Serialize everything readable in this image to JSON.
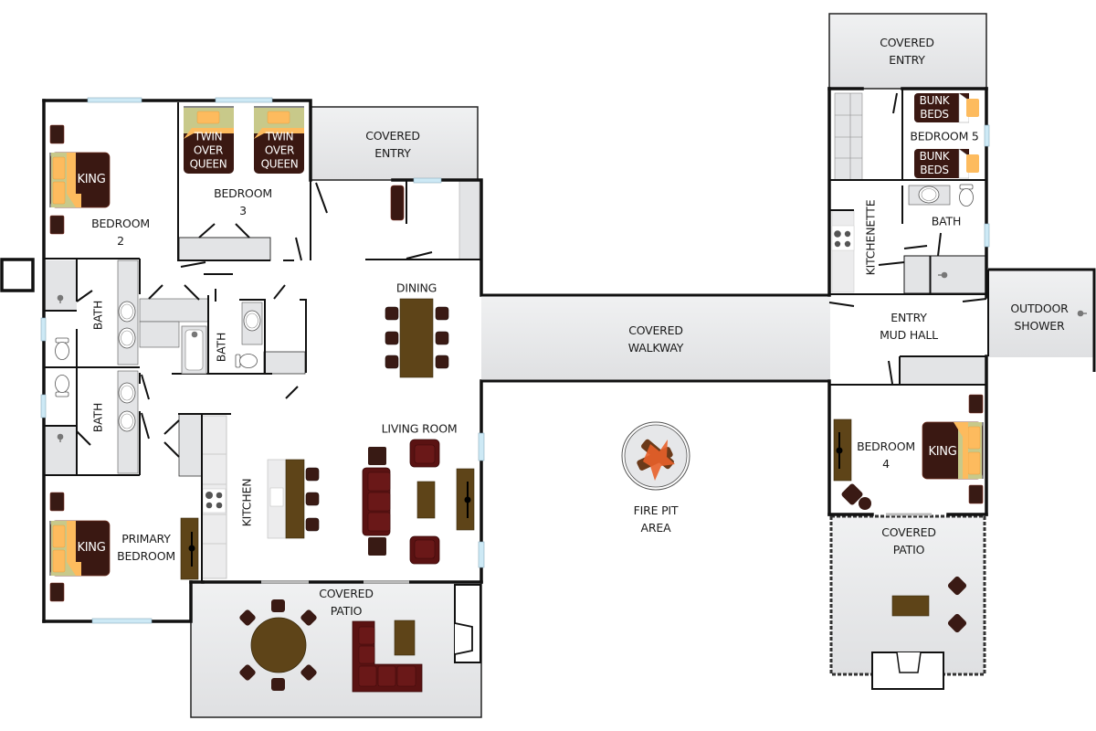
{
  "floorplan": {
    "colors": {
      "wall": "#111111",
      "covered_area": "#e6e7e9",
      "counter": "#e3e4e6",
      "bed_frame": "#3a1812",
      "bed_sheet": "#c8c98a",
      "pillow": "#fdbb5e",
      "wood": "#5e4418",
      "upholstery": "#5a1212",
      "nightstand": "#381a14",
      "window": "#cde9f5",
      "fire": "#e8612a"
    },
    "rooms": {
      "bedroom2": {
        "line1": "BEDROOM",
        "line2": "2"
      },
      "bedroom3": {
        "line1": "BEDROOM",
        "line2": "3"
      },
      "bedroom4": {
        "line1": "BEDROOM",
        "line2": "4"
      },
      "bedroom5": {
        "label": "BEDROOM 5"
      },
      "primary_bedroom": {
        "line1": "PRIMARY",
        "line2": "BEDROOM"
      },
      "covered_entry_main": {
        "line1": "COVERED",
        "line2": "ENTRY"
      },
      "covered_entry_guest": {
        "line1": "COVERED",
        "line2": "ENTRY"
      },
      "dining": {
        "label": "DINING"
      },
      "living_room": {
        "label": "LIVING ROOM"
      },
      "kitchen": {
        "label": "KITCHEN"
      },
      "kitchenette": {
        "label": "KITCHENETTE"
      },
      "bath_1": {
        "label": "BATH"
      },
      "bath_2": {
        "label": "BATH"
      },
      "bath_3": {
        "label": "BATH"
      },
      "bath_guest": {
        "label": "BATH"
      },
      "covered_walkway": {
        "line1": "COVERED",
        "line2": "WALKWAY"
      },
      "fire_pit": {
        "line1": "FIRE PIT",
        "line2": "AREA"
      },
      "covered_patio_main": {
        "line1": "COVERED",
        "line2": "PATIO"
      },
      "covered_patio_guest": {
        "line1": "COVERED",
        "line2": "PATIO"
      },
      "entry_mud_hall": {
        "line1": "ENTRY",
        "line2": "MUD HALL"
      },
      "outdoor_shower": {
        "line1": "OUTDOOR",
        "line2": "SHOWER"
      }
    },
    "beds": {
      "bedroom2_bed": "KING",
      "bedroom3_bed_a": {
        "line1": "TWIN",
        "line2": "OVER",
        "line3": "QUEEN"
      },
      "bedroom3_bed_b": {
        "line1": "TWIN",
        "line2": "OVER",
        "line3": "QUEEN"
      },
      "primary_bed": "KING",
      "bedroom4_bed": "KING",
      "bedroom5_bunk_a": {
        "line1": "BUNK",
        "line2": "BEDS"
      },
      "bedroom5_bunk_b": {
        "line1": "BUNK",
        "line2": "BEDS"
      }
    },
    "icons": {
      "bed": "bed-icon",
      "nightstand": "nightstand-icon",
      "tv": "tv-console-icon",
      "sink": "sink-icon",
      "toilet": "toilet-icon",
      "shower": "shower-head-icon",
      "tub": "bathtub-icon",
      "stove": "stove-icon",
      "sofa": "sofa-icon",
      "armchair": "armchair-icon",
      "dining_table": "dining-table-icon",
      "fire_pit": "fire-pit-icon",
      "fireplace": "fireplace-icon"
    }
  }
}
